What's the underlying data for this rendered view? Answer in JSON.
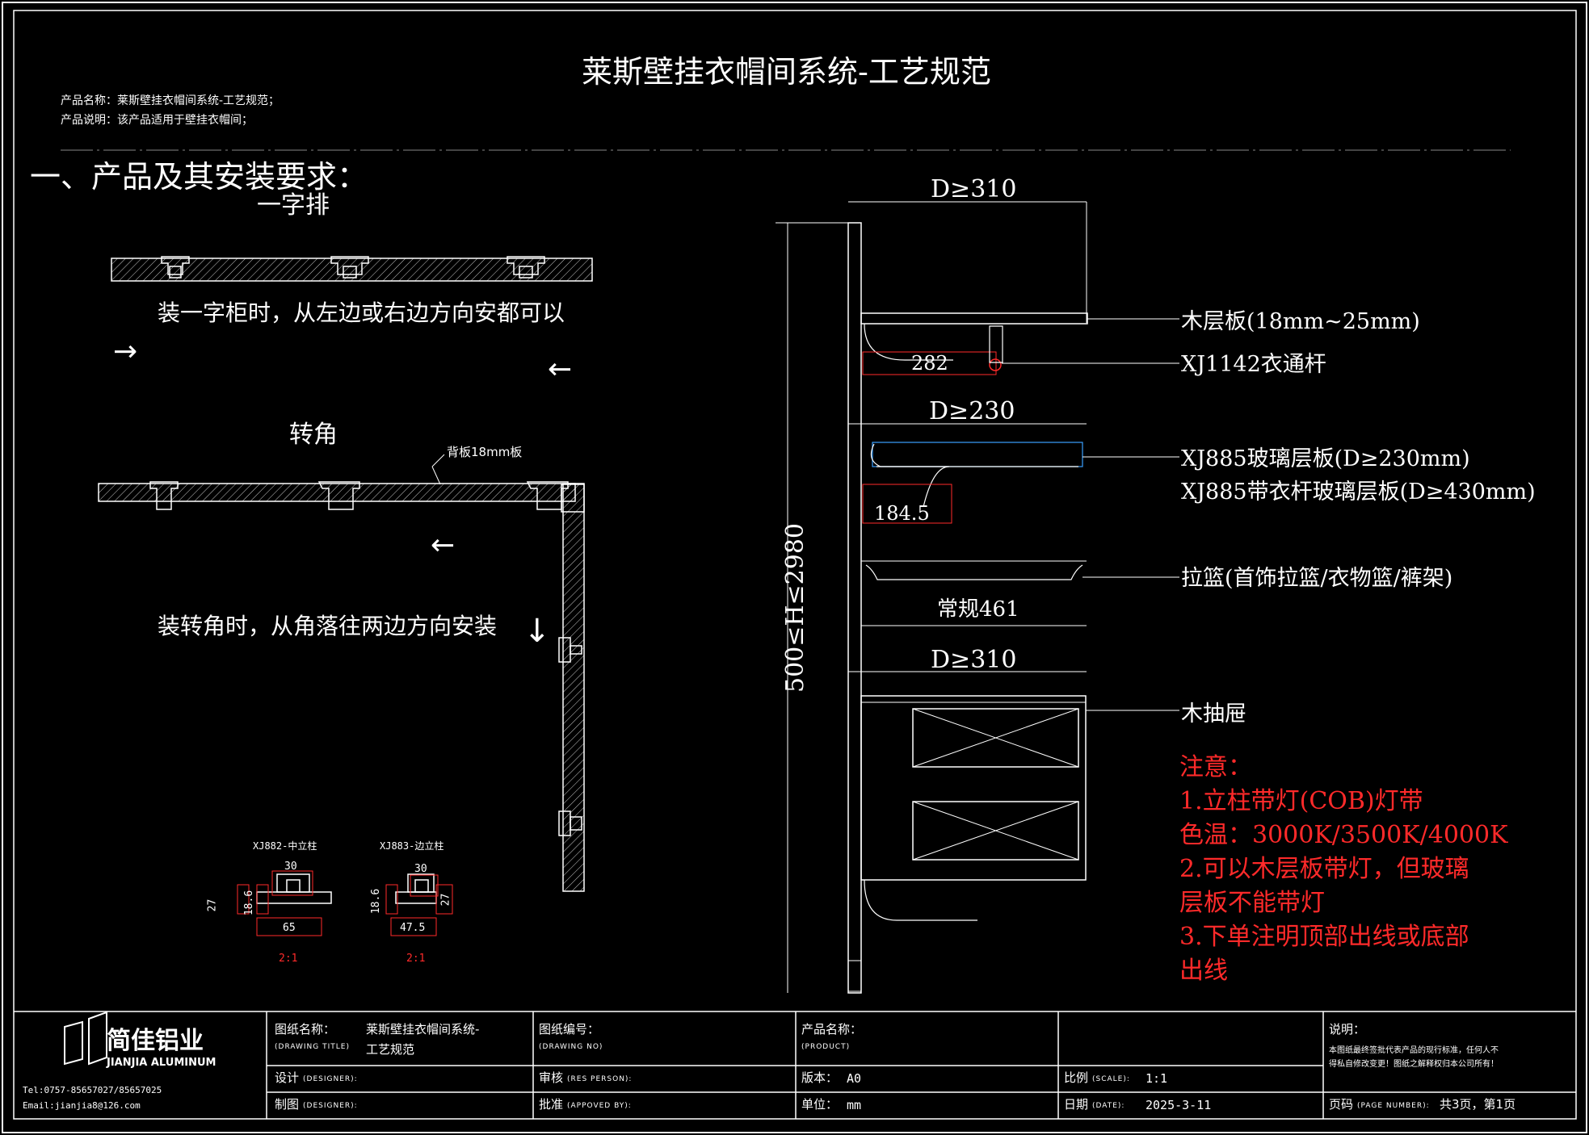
{
  "title": "莱斯壁挂衣帽间系统-工艺规范",
  "product_name_line": "产品名称：莱斯壁挂衣帽间系统-工艺规范；",
  "product_desc_line": "产品说明：该产品适用于壁挂衣帽间；",
  "section_heading": "一、产品及其安装要求：",
  "straight": {
    "title": "一字排",
    "instruction": "装一字柜时，从左边或右边方向安都可以",
    "arrow_right": "→",
    "arrow_left": "←"
  },
  "corner": {
    "title": "转角",
    "backboard_label": "背板18mm板",
    "instruction": "装转角时，从角落往两边方向安装",
    "arrow_left": "←",
    "arrow_down": "↓"
  },
  "profiles": [
    {
      "name": "XJ882-中立柱",
      "dims": [
        "30",
        "27",
        "18.6",
        "65"
      ],
      "scale": "2:1"
    },
    {
      "name": "XJ883-边立柱",
      "dims": [
        "30",
        "18.6",
        "27",
        "47.5"
      ],
      "scale": "2:1"
    }
  ],
  "elevation": {
    "height_label": "500≤H≤2980",
    "dims": {
      "d310_top": "D≥310",
      "d230": "D≥230",
      "d310_bottom": "D≥310",
      "bracket_282": "282",
      "bracket_184": "184.5",
      "basket_461": "常规461"
    },
    "callouts": {
      "wood_shelf": "木层板(18mm~25mm)",
      "rod": "XJ1142衣通杆",
      "glass_shelf": "XJ885玻璃层板(D≥230mm)",
      "glass_shelf_rod": "XJ885带衣杆玻璃层板(D≥430mm)",
      "basket": "拉篮(首饰拉篮/衣物篮/裤架)",
      "drawer": "木抽屉"
    }
  },
  "notes": {
    "heading": "注意：",
    "lines": [
      "1.立柱带灯(COB)灯带",
      "色温：3000K/3500K/4000K",
      "2.可以木层板带灯，但玻璃",
      "层板不能带灯",
      "3.下单注明顶部出线或底部",
      "出线"
    ]
  },
  "titleblock": {
    "company_cn": "简佳铝业",
    "company_en": "JIANJIA ALUMINUM",
    "tel": "Tel:0757-85657027/85657025",
    "email": "Email:jianjia8@126.com",
    "drawing_title_label": "图纸名称：",
    "drawing_title_label_en": "(DRAWING TITLE)",
    "drawing_title_value_1": "莱斯壁挂衣帽间系统-",
    "drawing_title_value_2": "工艺规范",
    "drawing_no_label": "图纸编号：",
    "drawing_no_label_en": "(DRAWING NO)",
    "product_label": "产品名称：",
    "product_label_en": "(PRODUCT)",
    "remark_label": "说明：",
    "remark_text_1": "本图纸最终签批代表产品的现行标准，任何人不",
    "remark_text_2": "得私自修改变更！图纸之解释权归本公司所有！",
    "designer_label": "设计",
    "designer_label_en": "(DESIGNER):",
    "checker_label": "审核",
    "checker_label_en": "(RES PERSON):",
    "version_label": "版本：",
    "version_value": "A0",
    "scale_label": "比例",
    "scale_label_en": "(SCALE):",
    "scale_value": "1:1",
    "drafter_label": "制图",
    "drafter_label_en": "(DESIGNER):",
    "approver_label": "批准",
    "approver_label_en": "(APPOVED BY):",
    "unit_label": "单位：",
    "unit_value": "mm",
    "date_label": "日期",
    "date_label_en": "(DATE):",
    "date_value": "2025-3-11",
    "page_label": "页码",
    "page_label_en": "(PAGE NUMBER):",
    "page_value": "共3页，第1页"
  },
  "colors": {
    "background": "#000000",
    "lines": "#ffffff",
    "notes": "#ff2a2a",
    "dimension_boxes": "#ff2a2a",
    "glass_accent": "#3aa0ff",
    "dashed": "#888888"
  }
}
